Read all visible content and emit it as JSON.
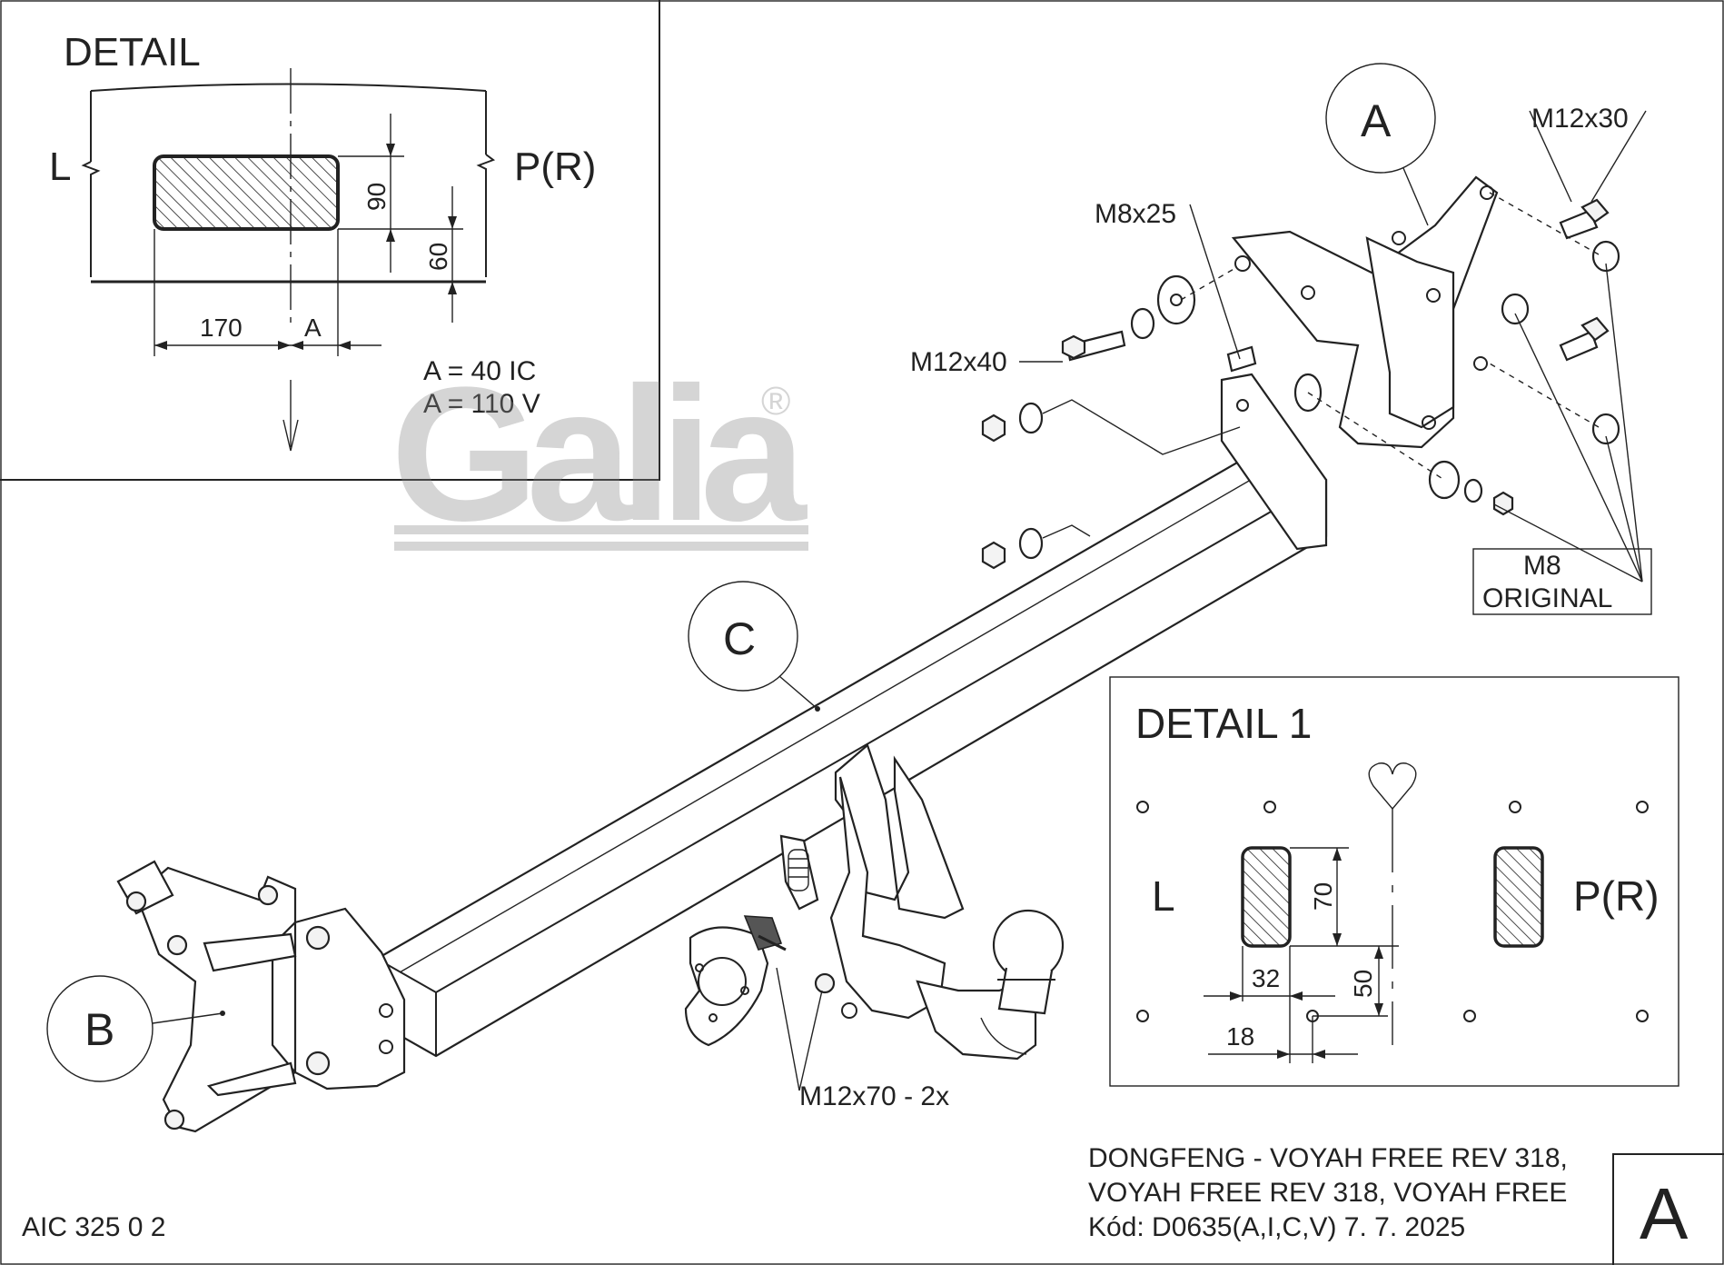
{
  "detail_top": {
    "title": "DETAIL",
    "left": "L",
    "right": "P(R)",
    "dim_h1": "90",
    "dim_h2": "60",
    "dim_w1": "170",
    "dim_w2": "A",
    "note1": "A = 40 IC",
    "note2": "A = 110 V"
  },
  "logo": {
    "text": "Galia",
    "mark": "®"
  },
  "callouts": {
    "a": "A",
    "b": "B",
    "c": "C"
  },
  "fasteners": {
    "m12x30": "M12x30",
    "m8x25": "M8x25",
    "m12x40": "M12x40",
    "m12x70": "M12x70 - 2x",
    "m8_line1": "M8",
    "m8_line2": "ORIGINAL"
  },
  "detail1": {
    "title": "DETAIL 1",
    "left": "L",
    "right": "P(R)",
    "dim_70": "70",
    "dim_50": "50",
    "dim_32": "32",
    "dim_18": "18"
  },
  "footer": {
    "code_left": "AIC 325 0 2",
    "model_line1": "DONGFENG - VOYAH FREE REV 318,",
    "model_line2": "VOYAH FREE REV 318, VOYAH FREE",
    "model_line3": "Kód: D0635(A,I,C,V)  7. 7. 2025",
    "type_letter": "A"
  }
}
